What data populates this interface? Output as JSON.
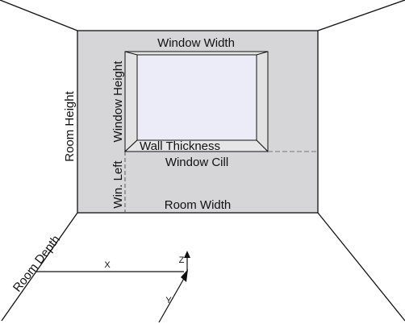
{
  "labels": {
    "window_width": "Window Width",
    "window_height": "Window Height",
    "wall_thickness": "Wall Thickness",
    "window_cill": "Window Cill",
    "room_height": "Room Height",
    "win_left": "Win. Left",
    "room_width": "Room Width",
    "room_depth": "Room Depth"
  },
  "axes": {
    "x": "X",
    "y": "Y",
    "z": "Z"
  },
  "colors": {
    "wall": "#d6d6d9",
    "window_glass": "#ececf8",
    "frame": "#e6e6e6",
    "line": "#111111",
    "dashed": "#666666"
  }
}
